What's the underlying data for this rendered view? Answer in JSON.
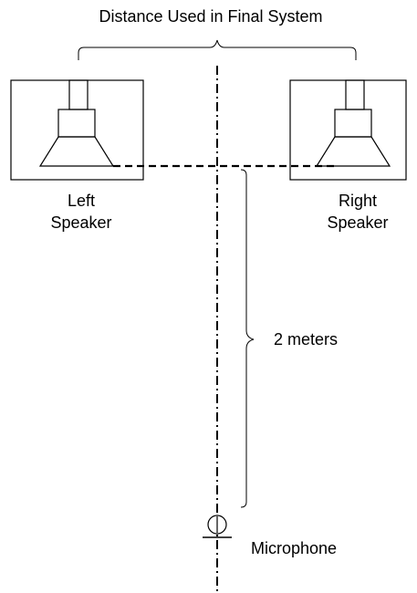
{
  "title": "Distance Used in Final System",
  "left_speaker": {
    "line1": "Left",
    "line2": "Speaker"
  },
  "right_speaker": {
    "line1": "Right",
    "line2": "Speaker"
  },
  "distance_label": "2 meters",
  "microphone_label": "Microphone",
  "colors": {
    "line": "#000000",
    "background": "#ffffff"
  }
}
